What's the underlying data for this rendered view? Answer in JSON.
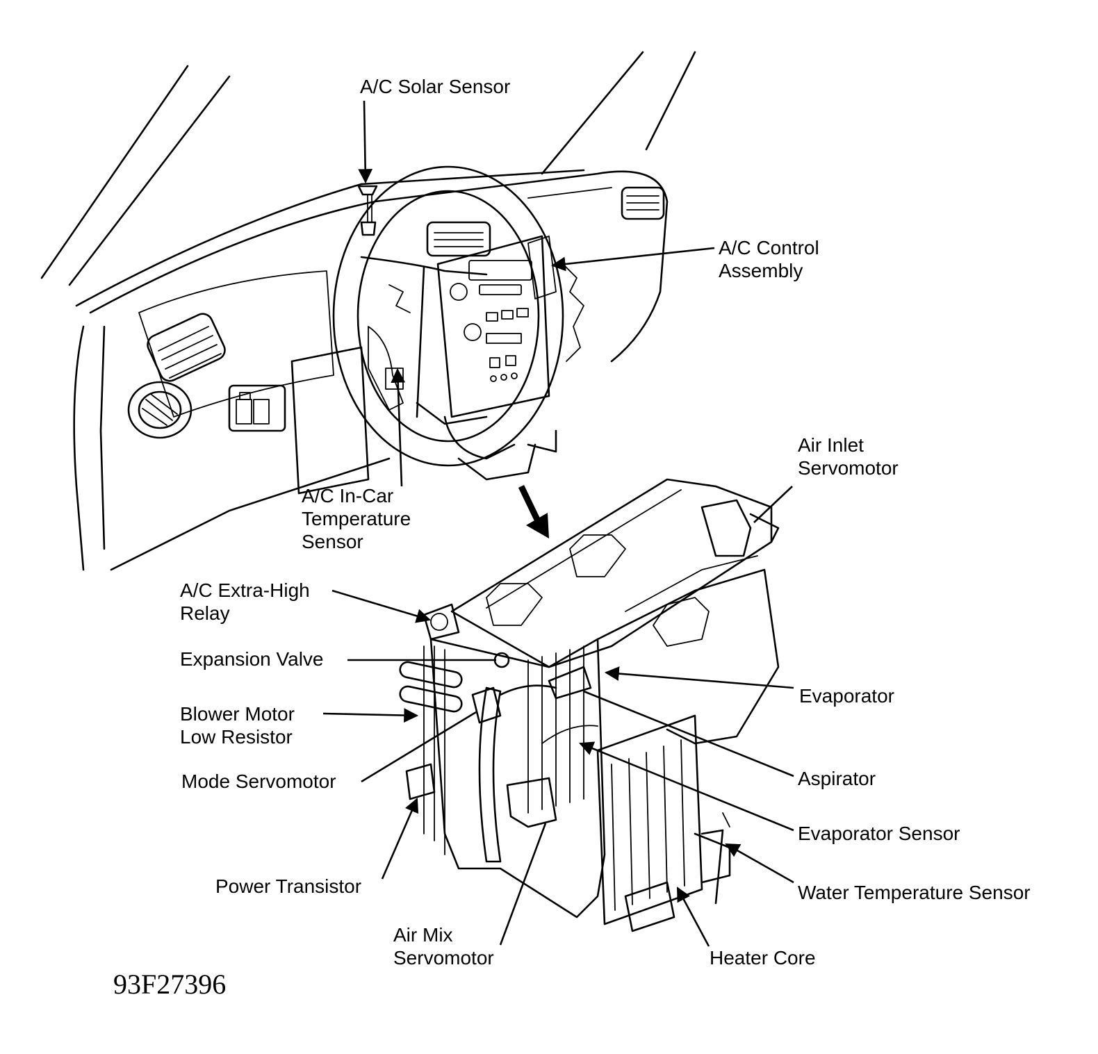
{
  "labels": {
    "solar_sensor": "A/C Solar Sensor",
    "control_assembly": "A/C Control\nAssembly",
    "air_inlet_servomotor": "Air Inlet\nServomotor",
    "in_car_temp_sensor": "A/C In-Car\nTemperature\nSensor",
    "extra_high_relay": "A/C Extra-High\nRelay",
    "expansion_valve": "Expansion Valve",
    "evaporator": "Evaporator",
    "blower_low_resistor": "Blower Motor\nLow Resistor",
    "aspirator": "Aspirator",
    "mode_servomotor": "Mode Servomotor",
    "evaporator_sensor": "Evaporator Sensor",
    "water_temp_sensor": "Water Temperature Sensor",
    "power_transistor": "Power Transistor",
    "air_mix_servomotor": "Air Mix\nServomotor",
    "heater_core": "Heater Core"
  },
  "figure_code": "93F27396"
}
